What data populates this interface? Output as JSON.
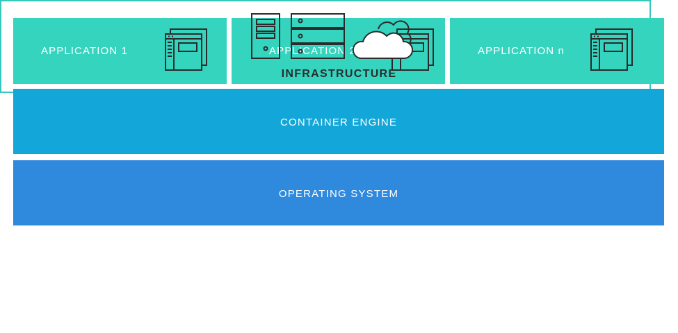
{
  "applications": [
    {
      "label": "APPLICATION 1",
      "icon": "app-window-icon"
    },
    {
      "label": "APPLICATION 2",
      "icon": "app-window-icon"
    },
    {
      "label": "APPLICATION n",
      "icon": "app-window-icon"
    }
  ],
  "layers": {
    "container_engine": "CONTAINER ENGINE",
    "operating_system": "OPERATING SYSTEM",
    "infrastructure": {
      "label": "INFRASTRUCTURE",
      "icons": [
        "server-tower-icon",
        "server-rack-icon",
        "cloud-icon"
      ]
    }
  },
  "colors": {
    "application": "#35d4bf",
    "container_engine": "#12a7d8",
    "operating_system": "#2f89dd",
    "infrastructure_border": "#35c9bd",
    "icon_stroke": "#2b2b2b"
  }
}
